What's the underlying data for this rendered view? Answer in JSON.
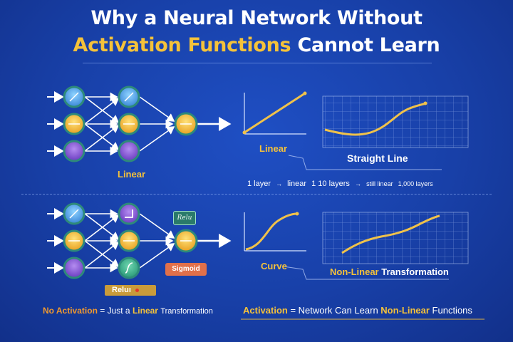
{
  "title": {
    "line1": "Why a Neural Network Without",
    "line2_highlight": "Activation Functions",
    "line2_rest": "Cannot Learn"
  },
  "top": {
    "network_label": "Linear",
    "graph1_label": "Linear",
    "graph2_label": "Straight Line",
    "layers": {
      "one": "1 layer",
      "arrow1": "→",
      "linear": "linear",
      "ten": "1 10 layers",
      "arrow2": "→",
      "still_linear": "still linear",
      "thousand": "1,000 layers"
    }
  },
  "bottom": {
    "relu_tag": "Reluı",
    "relu_box": "Relu",
    "sigmoid_box": "Sigmoid",
    "graph1_label": "Curve",
    "graph2_label_highlight": "Non-Linear",
    "graph2_label_rest": "Transformation"
  },
  "footer": {
    "left_a": "No Activation",
    "left_b": "= Just a",
    "left_c": "Linear",
    "left_d": "Transformation",
    "right_a": "Activation",
    "right_b": "= Network Can Learn",
    "right_c": "Non-Linear",
    "right_d": "Functions"
  },
  "colors": {
    "background": "#1840a8",
    "accent_yellow": "#f5c23a",
    "accent_orange": "#f29a2e",
    "curve": "#f0c24a",
    "node_ring": "#2e8a7a"
  }
}
